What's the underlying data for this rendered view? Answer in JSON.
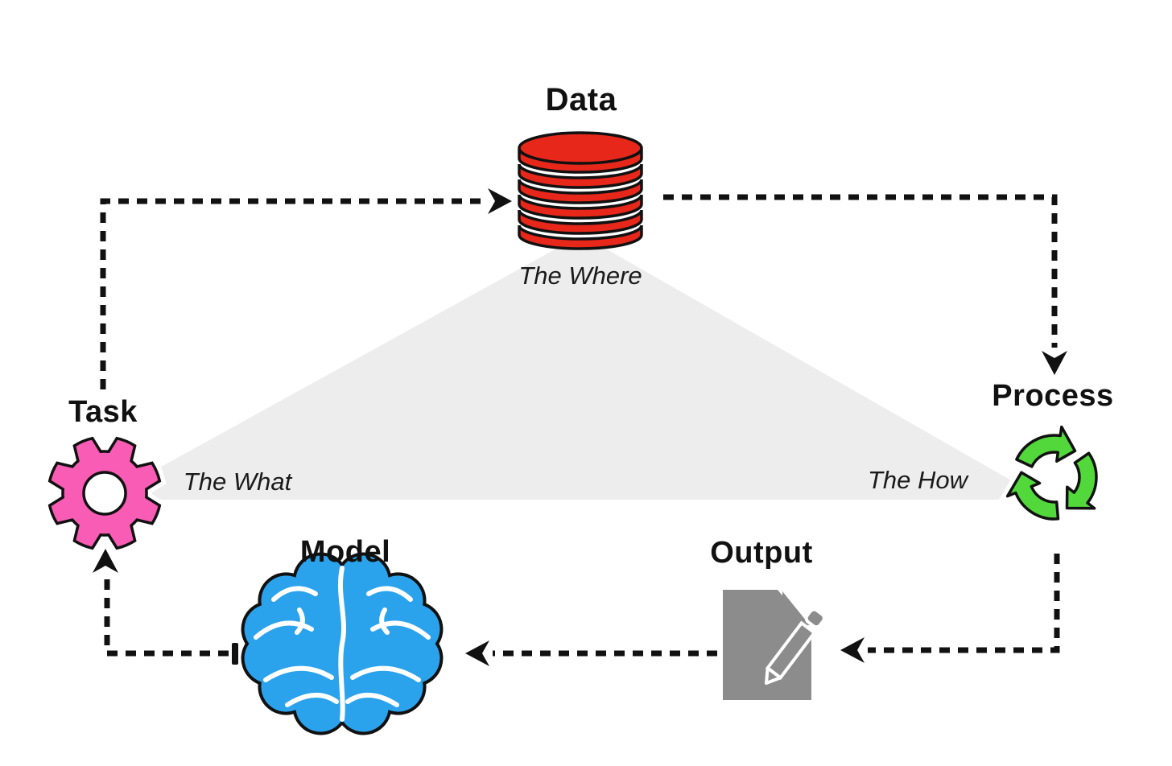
{
  "diagram": {
    "background": "#ffffff",
    "triangle_color": "#ededed",
    "line_color": "#111111",
    "nodes": {
      "data": {
        "label": "Data",
        "sublabel": "The Where",
        "icon": "database-icon",
        "color": "#e8271b"
      },
      "task": {
        "label": "Task",
        "sublabel": "The What",
        "icon": "gear-icon",
        "color": "#f95cb4"
      },
      "process": {
        "label": "Process",
        "sublabel": "The How",
        "icon": "recycle-icon",
        "color": "#53d83c"
      },
      "model": {
        "label": "Model",
        "icon": "brain-icon",
        "color": "#2ba3ec"
      },
      "output": {
        "label": "Output",
        "icon": "document-pencil-icon",
        "color": "#8c8c8c"
      }
    },
    "edges": [
      {
        "from": "task",
        "to": "data",
        "style": "dashed-arrow"
      },
      {
        "from": "data",
        "to": "process",
        "style": "dashed-arrow"
      },
      {
        "from": "process",
        "to": "output",
        "style": "dashed-arrow"
      },
      {
        "from": "output",
        "to": "model",
        "style": "dashed-arrow"
      },
      {
        "from": "model",
        "to": "task",
        "style": "dashed-arrow"
      }
    ]
  }
}
